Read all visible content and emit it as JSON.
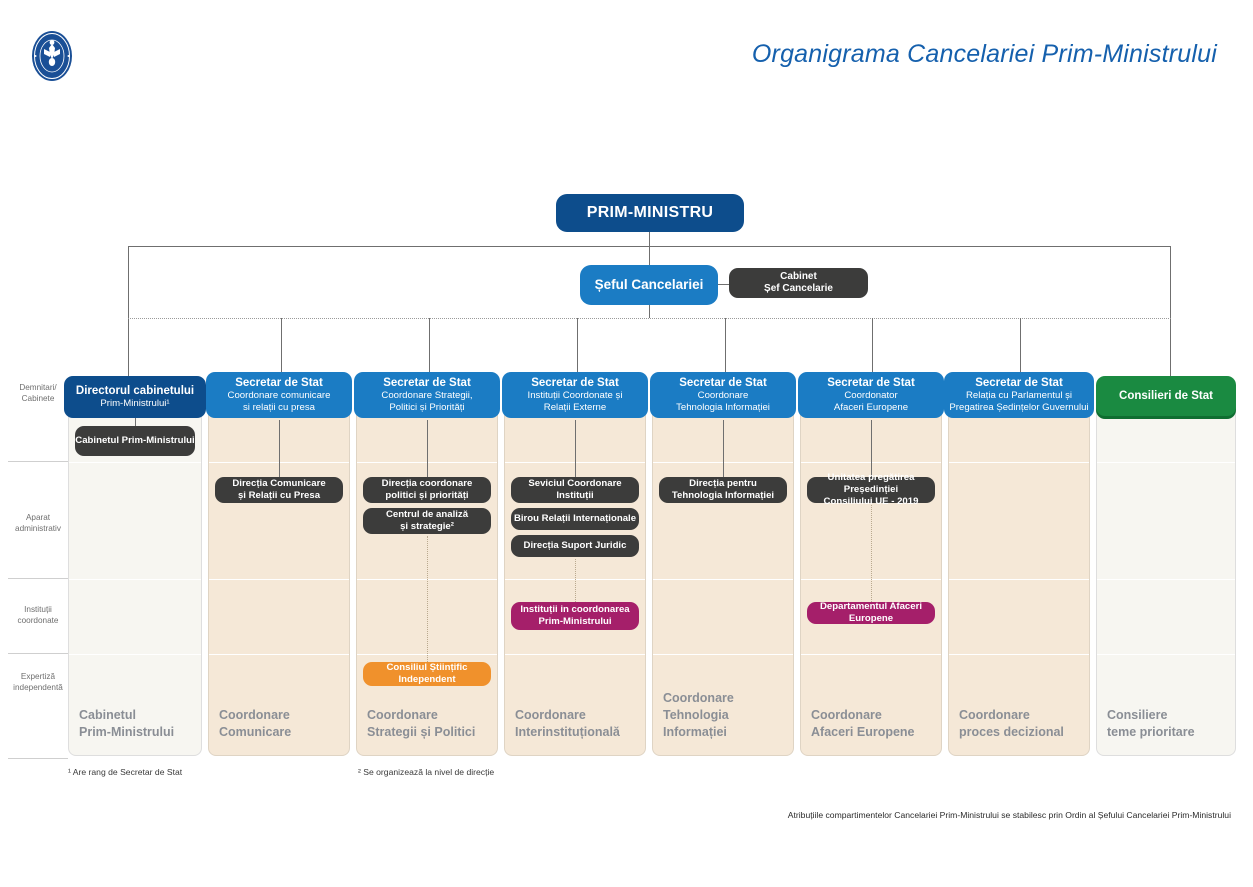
{
  "header": {
    "title": "Organigrama Cancelariei Prim-Ministrului",
    "seal_icon": "romania-government-seal-icon",
    "seal_text_top": "GUVERNUL",
    "seal_text_bottom": "ROMÂNIEI"
  },
  "top": {
    "prime_minister": "PRIM-MINISTRU",
    "chief_of_staff": "Șeful Cancelariei",
    "cabinet_chief": {
      "line1": "Cabinet",
      "line2": "Șef Cancelarie"
    }
  },
  "row_labels": [
    {
      "line1": "Demnitari/",
      "line2": "Cabinete"
    },
    {
      "line1": "Aparat",
      "line2": "administrativ"
    },
    {
      "line1": "Instituții",
      "line2": "coordonate"
    },
    {
      "line1": "Expertiză",
      "line2": "independentă"
    }
  ],
  "columns": [
    {
      "style": "light",
      "head": {
        "color": "navy",
        "line1": "Directorul cabinetului",
        "line2": "Prim-Ministrului¹",
        "line3": ""
      },
      "aparat": [],
      "cabinet": [
        "Cabinetul Prim-Ministrului"
      ],
      "institutii": [],
      "expertiza": [],
      "footer": {
        "line1": "Cabinetul",
        "line2": "Prim-Ministrului"
      }
    },
    {
      "style": "beige",
      "head": {
        "color": "blue",
        "line1": "Secretar de Stat",
        "line2": "Coordonare comunicare",
        "line3": "si relații cu presa"
      },
      "aparat": [
        {
          "line1": "Direcția Comunicare",
          "line2": "și Relații cu Presa"
        }
      ],
      "cabinet": [],
      "institutii": [],
      "expertiza": [],
      "footer": {
        "line1": "Coordonare",
        "line2": "Comunicare"
      }
    },
    {
      "style": "beige",
      "head": {
        "color": "blue",
        "line1": "Secretar de Stat",
        "line2": "Coordonare Strategii,",
        "line3": "Politici și Priorități"
      },
      "aparat": [
        {
          "line1": "Direcția coordonare",
          "line2": "politici și priorități"
        },
        {
          "line1": "Centrul de analiză",
          "line2": "și strategie²"
        }
      ],
      "cabinet": [],
      "institutii": [],
      "expertiza": [
        {
          "line1": "Consiliul Științific Independent",
          "line2": ""
        }
      ],
      "footer": {
        "line1": "Coordonare",
        "line2": "Strategii și Politici"
      }
    },
    {
      "style": "beige",
      "head": {
        "color": "blue",
        "line1": "Secretar de Stat",
        "line2": "Instituții Coordonate și",
        "line3": "Relații Externe"
      },
      "aparat": [
        {
          "line1": "Seviciul Coordonare",
          "line2": "Instituții"
        },
        {
          "line1": "Birou Relații Internaționale",
          "line2": ""
        },
        {
          "line1": "Direcția Suport Juridic",
          "line2": ""
        }
      ],
      "cabinet": [],
      "institutii": [
        {
          "line1": "Instituții in coordonarea",
          "line2": "Prim-Ministrului"
        }
      ],
      "expertiza": [],
      "footer": {
        "line1": "Coordonare",
        "line2": "Interinstituțională"
      }
    },
    {
      "style": "beige",
      "head": {
        "color": "blue",
        "line1": "Secretar de Stat",
        "line2": "Coordonare",
        "line3": "Tehnologia Informației"
      },
      "aparat": [
        {
          "line1": "Direcția pentru",
          "line2": "Tehnologia Informației"
        }
      ],
      "cabinet": [],
      "institutii": [],
      "expertiza": [],
      "footer": {
        "line1": "Coordonare",
        "line2": "Tehnologia Informației"
      }
    },
    {
      "style": "beige",
      "head": {
        "color": "blue",
        "line1": "Secretar de Stat",
        "line2": "Coordonator",
        "line3": "Afaceri Europene"
      },
      "aparat": [
        {
          "line1": "Unitatea pregătirea Președinției",
          "line2": "Consiliului UE - 2019"
        }
      ],
      "cabinet": [],
      "institutii": [
        {
          "line1": "Departamentul Afaceri Europene",
          "line2": ""
        }
      ],
      "expertiza": [],
      "footer": {
        "line1": "Coordonare",
        "line2": "Afaceri Europene"
      }
    },
    {
      "style": "beige",
      "head": {
        "color": "blue",
        "line1": "Secretar de Stat",
        "line2": "Relația cu Parlamentul și",
        "line3": "Pregatirea Ședințelor Guvernului"
      },
      "aparat": [],
      "cabinet": [],
      "institutii": [],
      "expertiza": [],
      "footer": {
        "line1": "Coordonare",
        "line2": "proces decizional"
      }
    },
    {
      "style": "light",
      "head": {
        "color": "green",
        "line1": "Consilieri de Stat",
        "line2": "",
        "line3": ""
      },
      "aparat": [],
      "cabinet": [],
      "institutii": [],
      "expertiza": [],
      "footer": {
        "line1": "Consiliere",
        "line2": "teme prioritare"
      }
    }
  ],
  "footnotes": {
    "one": "¹ Are rang de Secretar de Stat",
    "two": "² Se organizează la nivel de direcție",
    "bottom": "Atribuțiile compartimentelor Cancelariei Prim-Ministrului se stabilesc  prin Ordin al Șefului Cancelariei Prim-Ministrului"
  },
  "colors": {
    "navy": "#0d4d8c",
    "blue": "#1b7cc4",
    "dark": "#3c3c3b",
    "green": "#1a8a41",
    "magenta": "#a51f6a",
    "orange": "#f0912c",
    "beige": "#f5e8d7",
    "light": "#f7f6f1"
  }
}
